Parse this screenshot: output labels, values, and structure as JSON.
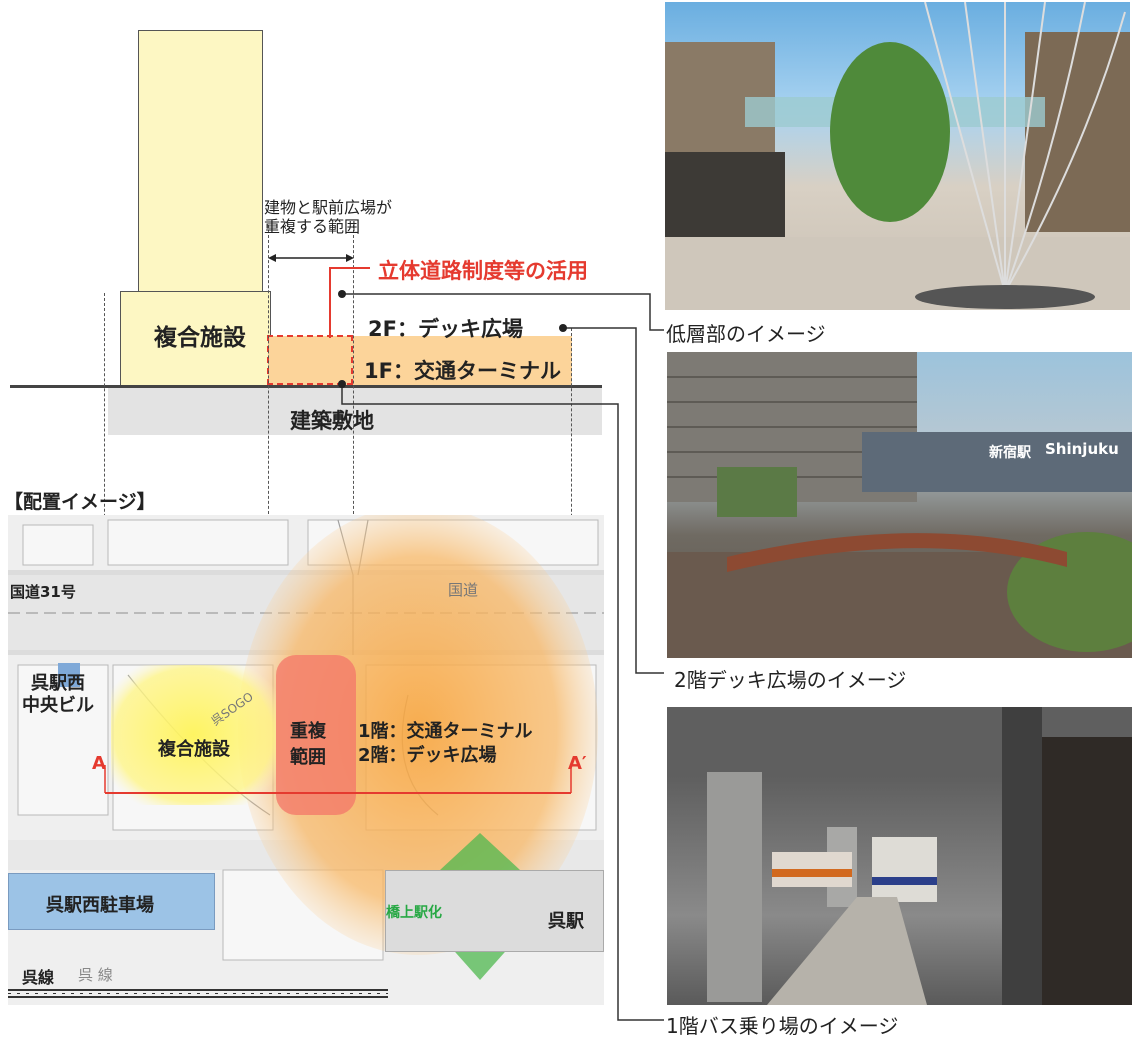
{
  "section": {
    "overlap_note_line1": "建物と駅前広場が",
    "overlap_note_line2": "重複する範囲",
    "three_d_road_label": "立体道路制度等の活用",
    "complex_label": "複合施設",
    "deck_label": "2F：デッキ広場",
    "terminal_label": "1F：交通ターミナル",
    "site_label": "建築敷地"
  },
  "layout_map": {
    "heading": "【配置イメージ】",
    "route31": "国道31号",
    "kure_west_central_bldg_line1": "呉駅西",
    "kure_west_central_bldg_line2": "中央ビル",
    "complex_label": "複合施設",
    "overlap_line1": "重複",
    "overlap_line2": "範囲",
    "floor1": "1階：交通ターミナル",
    "floor2": "2階：デッキ広場",
    "section_start": "A",
    "section_end": "A′",
    "parking": "呉駅西駐車場",
    "elevated_station": "橋上駅化",
    "kure_station": "呉駅",
    "kure_line": "呉線",
    "map_road_label": "国道",
    "map_line_label": "呉 線",
    "map_sogo": "呉SOGO"
  },
  "photos": [
    {
      "caption": "低層部のイメージ"
    },
    {
      "caption": "2階デッキ広場のイメージ",
      "sign_station": "新宿駅",
      "sign_roman": "Shinjuku"
    },
    {
      "caption": "1階バス乗り場のイメージ"
    }
  ],
  "colors": {
    "building_fill": "#fdf7c3",
    "terminal_fill": "#fcd49a",
    "site_fill": "#e3e3e3",
    "accent_red": "#e53a2f",
    "station_green": "#27a844",
    "parking_blue": "#9cc3e6"
  }
}
